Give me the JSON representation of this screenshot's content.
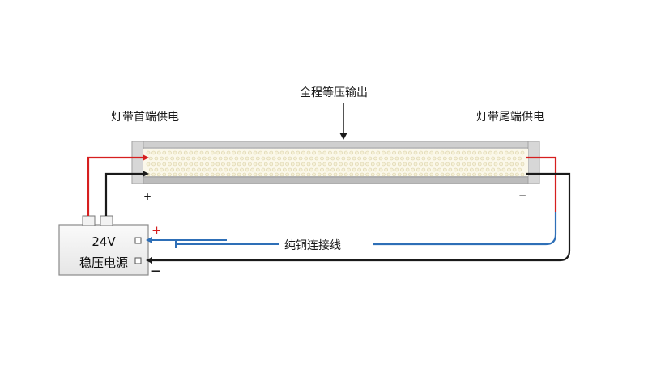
{
  "labels": {
    "top_center": "全程等压输出",
    "left_feed": "灯带首端供电",
    "right_feed": "灯带尾端供电",
    "copper_wire": "纯铜连接线"
  },
  "power_supply": {
    "voltage": "24V",
    "name": "稳压电源",
    "plus": "+",
    "minus": "−"
  },
  "strip_signs": {
    "left_plus": "+",
    "right_minus": "−"
  },
  "colors": {
    "positive_wire": "#d61f1f",
    "negative_wire": "#1a1a1a",
    "copper_wire": "#2e6fb7",
    "led": "#f6f1d8",
    "frame": "#c9c9c9"
  }
}
